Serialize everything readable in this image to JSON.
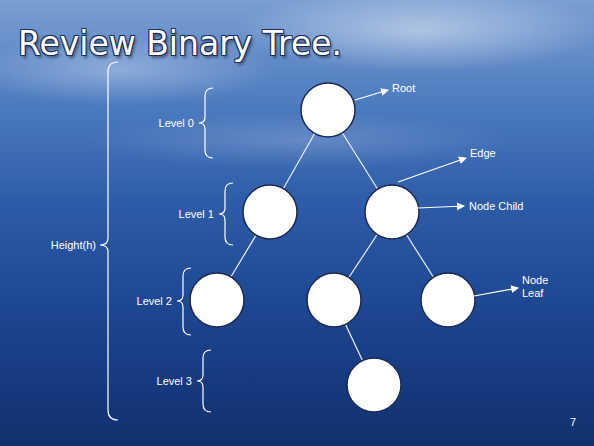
{
  "diagram": {
    "title": "Review Binary Tree.",
    "labels": [
      "Level 0",
      "Root",
      "Edge",
      "Level 1",
      "Node Child",
      "Height(h)",
      "Level 2",
      "Node Leaf",
      "Level 3",
      "7"
    ]
  }
}
